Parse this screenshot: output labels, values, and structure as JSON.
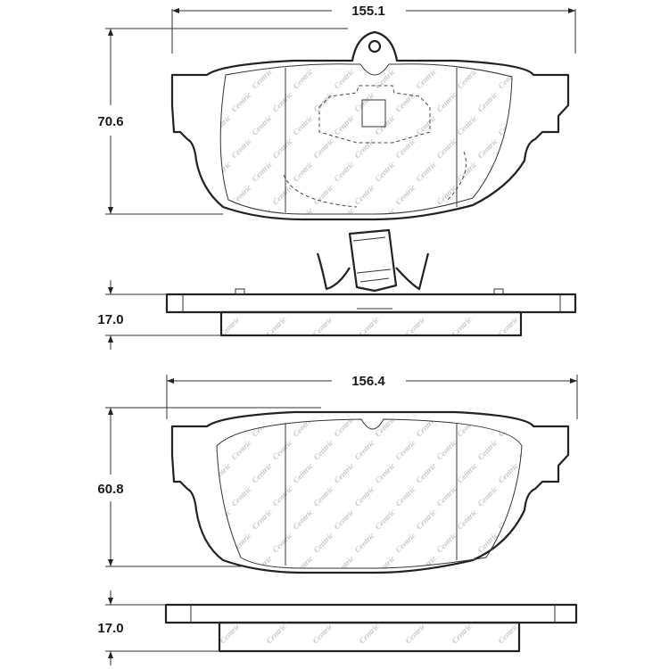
{
  "dimensions": {
    "top_width": "155.1",
    "top_height": "70.6",
    "top_thickness": "17.0",
    "bottom_width": "156.4",
    "bottom_height": "60.8",
    "bottom_thickness": "17.0"
  },
  "watermark": "Centric",
  "colors": {
    "outline": "#222222",
    "watermark": "#c7c7c7",
    "background": "#ffffff"
  }
}
